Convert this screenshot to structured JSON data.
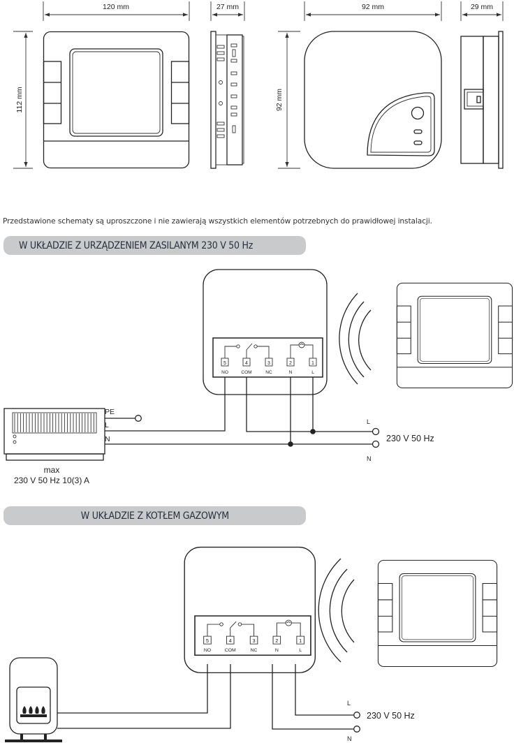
{
  "dimensions": {
    "thermostat_width": "120 mm",
    "thermostat_height": "112 mm",
    "thermostat_depth": "27 mm",
    "receiver_width": "92 mm",
    "receiver_height": "92 mm",
    "receiver_depth": "29 mm"
  },
  "disclaimer": "Przedstawione schematy są uproszczone i nie zawierają wszystkich elementów potrzebnych do prawidłowej instalacji.",
  "section1": {
    "title": "W UKŁADZIE Z URZĄDZENIEM ZASILANYM 230 V 50 Hz",
    "heater_labels": {
      "pe": "PE",
      "l": "L",
      "n": "N"
    },
    "heater_rating_line1": "max",
    "heater_rating_line2": "230 V 50 Hz 10(3) A",
    "supply_l": "L",
    "supply_n": "N",
    "supply": "230 V 50 Hz"
  },
  "section2": {
    "title": "W UKŁADZIE Z KOTŁEM GAZOWYM",
    "supply_l": "L",
    "supply_n": "N",
    "supply": "230 V 50 Hz"
  },
  "terminals": [
    {
      "number": "5",
      "label": "NO"
    },
    {
      "number": "4",
      "label": "COM"
    },
    {
      "number": "3",
      "label": "NC"
    },
    {
      "number": "2",
      "label": "N"
    },
    {
      "number": "1",
      "label": "L"
    }
  ]
}
